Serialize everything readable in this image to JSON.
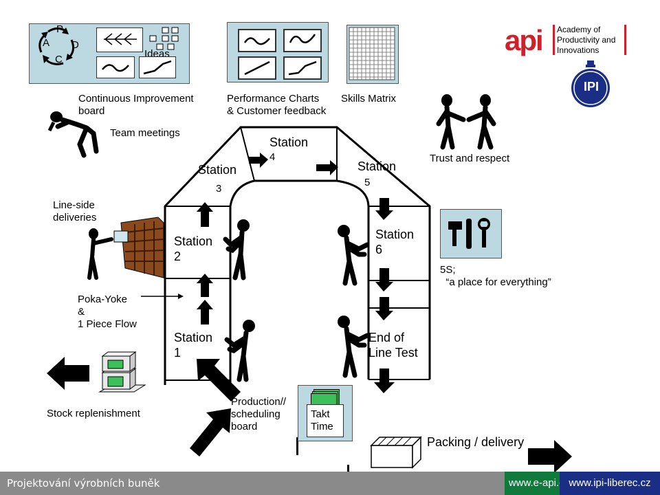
{
  "pdca": {
    "p": "P",
    "a": "A",
    "d": "D",
    "c": "C"
  },
  "ideas_label": "Ideas",
  "ci_board_label": "Continuous Improvement\nboard",
  "perf_label": "Performance Charts\n& Customer feedback",
  "skills_label": "Skills Matrix",
  "logo": {
    "api": "api",
    "line1": "Academy of",
    "line2": "Productivity and",
    "line3": "Innovations",
    "ipi": "IPI"
  },
  "team_label": "Team meetings",
  "trust_label": "Trust and respect",
  "lineside_label": "Line-side\ndeliveries",
  "pokayoke_label": "Poka-Yoke\n&\n1 Piece Flow",
  "fiveS_label": "5S;\n  “a place for everything”",
  "stations": {
    "s1": "Station\n1",
    "s2": "Station\n2",
    "s3a": "Station",
    "s3b": "3",
    "s4a": "Station",
    "s4b": "4",
    "s5a": "Station",
    "s5b": "5",
    "s6": "Station\n6",
    "eol": "End of\nLine Test"
  },
  "stock_label": "Stock replenishment",
  "prod_label": "Production//\nscheduling\nboard",
  "takt_label": "Takt\nTime",
  "packing_label": "Packing / delivery",
  "footer": {
    "left": "Projektování výrobních buněk",
    "r1": "www.e-api.cz",
    "r2": "www.ipi-liberec.cz"
  },
  "colors": {
    "board_bg": "#bcd8e0",
    "cell_green": "#3cc05a",
    "api_red": "#d0202a",
    "ipi_blue": "#1a2e86",
    "footer_grey": "#8a8a8a",
    "footer_green": "#0f7a3c"
  }
}
